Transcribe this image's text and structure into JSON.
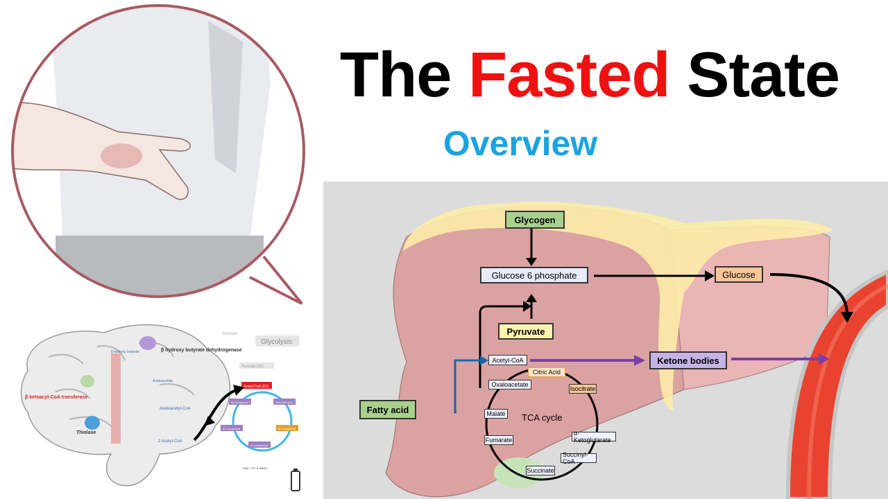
{
  "title": {
    "word1": "The",
    "word2": "Fasted",
    "word3": "State"
  },
  "subtitle": "Overview",
  "colors": {
    "accent_red": "#ee1111",
    "accent_blue": "#1aa3e0",
    "liver": "#dba2a2",
    "vessel": "#e8432f",
    "ketone_arrow": "#7b3fa8",
    "fatty_arrow": "#1766b0"
  },
  "illustrations": {
    "person": "person-holding-stomach",
    "brain": "brain-ketone-metabolism"
  },
  "brain_labels": {
    "glucose": "Glucose",
    "glycolysis": "Glycolysis",
    "bhb_dehydrogenase": "β hydroxy butyrate dehydrogenase",
    "bhb": "β hydroxy butyrate",
    "acetoacetate": "Acetoacetate",
    "ketoacyl": "β ketoacyl-CoA transferase",
    "acetoacetyl": "Acetoacetyl-CoA",
    "thiolase": "Thiolase",
    "two_acetyl": "2 Acetyl-CoA",
    "pyruvate": "Pyruvate (3C)",
    "acetyl": "Acetyl-CoA (2C)",
    "citric": "Citric Acid (6C)",
    "four_c_1": "4C compound",
    "four_c_2": "4C compound",
    "five_c": "5C compound",
    "four_c_3": "4C compound",
    "nad": "NAD + 2H ➔ NADH"
  },
  "diagram": {
    "glycogen": "Glycogen",
    "g6p": "Glucose  6 phosphate",
    "glucose": "Glucose",
    "pyruvate": "Pyruvate",
    "acetyl": "Acetyl-CoA",
    "ketone": "Ketone bodies",
    "fatty": "Fatty acid",
    "citric": "Citric Acid",
    "oxaloacetate": "Oxaloacetate",
    "isocitrate": "Isocitrate",
    "tca": "TCA cycle",
    "malate": "Malate",
    "fumarate": "Fumarate",
    "ketoglutarate": "α-Ketoglutarate",
    "succinyl": "Succinyl-CoA",
    "succinate": "Succinate"
  }
}
